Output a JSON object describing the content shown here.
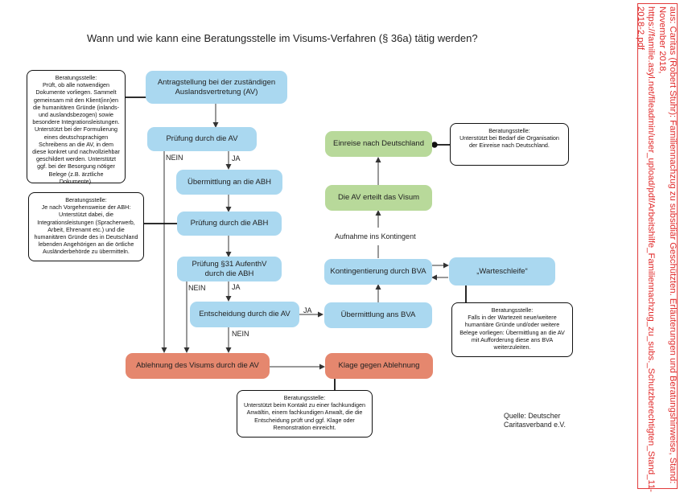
{
  "title": "Wann und wie kann eine Beratungsstelle im Visums-Verfahren (§ 36a) tätig werden?",
  "boxes": {
    "antrag": "Antragstellung bei der zuständigen Auslandsvertretung (AV)",
    "pruefung_av": "Prüfung durch die AV",
    "uebermittlung_abh": "Übermittlung an die ABH",
    "pruefung_abh": "Prüfung durch die ABH",
    "pruefung_31": "Prüfung §31 AufenthV durch die ABH",
    "entscheidung": "Entscheidung durch die AV",
    "ablehnung": "Ablehnung des Visums durch die AV",
    "klage": "Klage gegen Ablehnung",
    "uebermittlung_bva": "Übermittlung ans BVA",
    "kontingentierung": "Kontingentierung durch BVA",
    "warteschleife": "„Warteschleife“",
    "visum": "Die AV erteilt das Visum",
    "einreise": "Einreise nach Deutschland"
  },
  "labels": {
    "nein": "NEIN",
    "ja": "JA",
    "aufnahme": "Aufnahme ins Kontingent"
  },
  "notes": {
    "heading": "Beratungsstelle:",
    "n1": "Prüft, ob alle notwendigen Dokumente vorliegen. Sammelt gemeinsam mit den Klient(inn)en die humanitären Gründe (inlands- und auslandsbezogen) sowie besondere Integrationsleistungen. Unterstützt bei der Formulierung eines deutschsprachigen Schreibens an die AV, in dem diese konkret und nachvollziehbar geschildert werden. Unterstützt ggf. bei der Besorgung nötiger Belege (z.B. ärztliche Dokumente).",
    "n2": "Je nach Vorgehensweise der ABH: Unterstützt dabei, die Integrationsleistungen (Spracherwerb, Arbeit, Ehrenamt etc.) und die humanitären Gründe des in Deutschland lebenden Angehörigen an die örtliche Ausländerbehörde zu übermitteln.",
    "n3": "Unterstützt beim Kontakt zu einer fachkundigen Anwältin, einem fachkundigen Anwalt, die die Entscheidung prüft und ggf. Klage oder Remonstration einreicht.",
    "n4": "Falls in der Wartezeit neue/weitere humantiäre Gründe und/oder weitere Belege vorliegen: Übermittlung an die AV mit Aufforderung diese ans BVA weiterzuleiten.",
    "n5": "Unterstützt bei Bedarf die Organisation der Einreise nach Deutschland."
  },
  "source": "Quelle: Deutscher Caritasverband e.V.",
  "side_note": "aus: Caritas (Robert Stuhr): Familiennachzug zu subsidiär Geschützten. Erläuterungen und Beratungshinweise, Stand: November 2018, https://familie.asyl.net/fileadmin/user_upload/pdf/Arbeitshilfe_Familiennachzug_zu_subs._Schutzberechtigten_Stand_11-2018-2.pdf",
  "colors": {
    "blue": "#aad8f0",
    "green": "#b8d99a",
    "red": "#e5876e",
    "side": "#e02a2a"
  }
}
